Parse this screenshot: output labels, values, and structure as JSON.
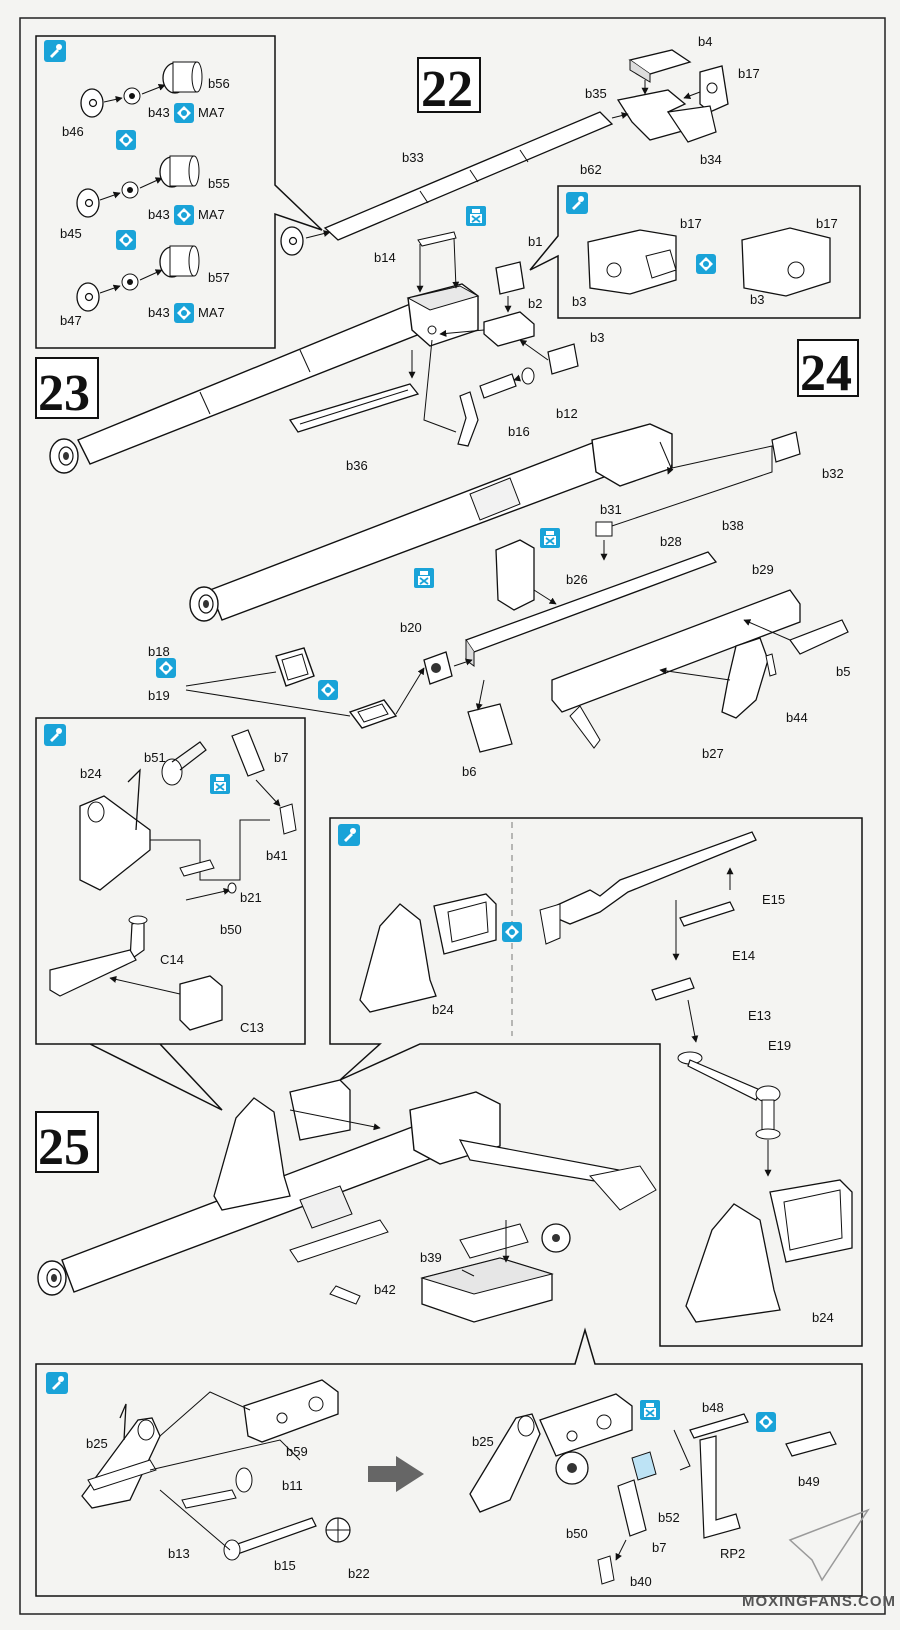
{
  "steps": [
    {
      "number": "22"
    },
    {
      "number": "23"
    },
    {
      "number": "24"
    },
    {
      "number": "25"
    }
  ],
  "parts": {
    "b4": "b4",
    "b17": "b17",
    "b35": "b35",
    "b62": "b62",
    "b34": "b34",
    "b33": "b33",
    "b56": "b56",
    "b43": "b43",
    "b46": "b46",
    "b55": "b55",
    "b45": "b45",
    "b57": "b57",
    "b47": "b47",
    "b14": "b14",
    "b1": "b1",
    "b2": "b2",
    "b3": "b3",
    "b12": "b12",
    "b16": "b16",
    "b36": "b36",
    "b32": "b32",
    "b38": "b38",
    "b31": "b31",
    "b28": "b28",
    "b29": "b29",
    "b26": "b26",
    "b5": "b5",
    "b20": "b20",
    "b18": "b18",
    "b19": "b19",
    "b44": "b44",
    "b27": "b27",
    "b6": "b6",
    "b51": "b51",
    "b7": "b7",
    "b24": "b24",
    "b41": "b41",
    "b21": "b21",
    "b50": "b50",
    "C14": "C14",
    "C13": "C13",
    "E15": "E15",
    "E14": "E14",
    "E13": "E13",
    "E19": "E19",
    "b39": "b39",
    "b42": "b42",
    "b25": "b25",
    "b59": "b59",
    "b11": "b11",
    "b13": "b13",
    "b15": "b15",
    "b22": "b22",
    "b48": "b48",
    "b49": "b49",
    "b52": "b52",
    "b40": "b40",
    "RP2": "RP2"
  },
  "markings": {
    "ma7": "MA7"
  },
  "watermark": "MOXINGFANS.COM"
}
